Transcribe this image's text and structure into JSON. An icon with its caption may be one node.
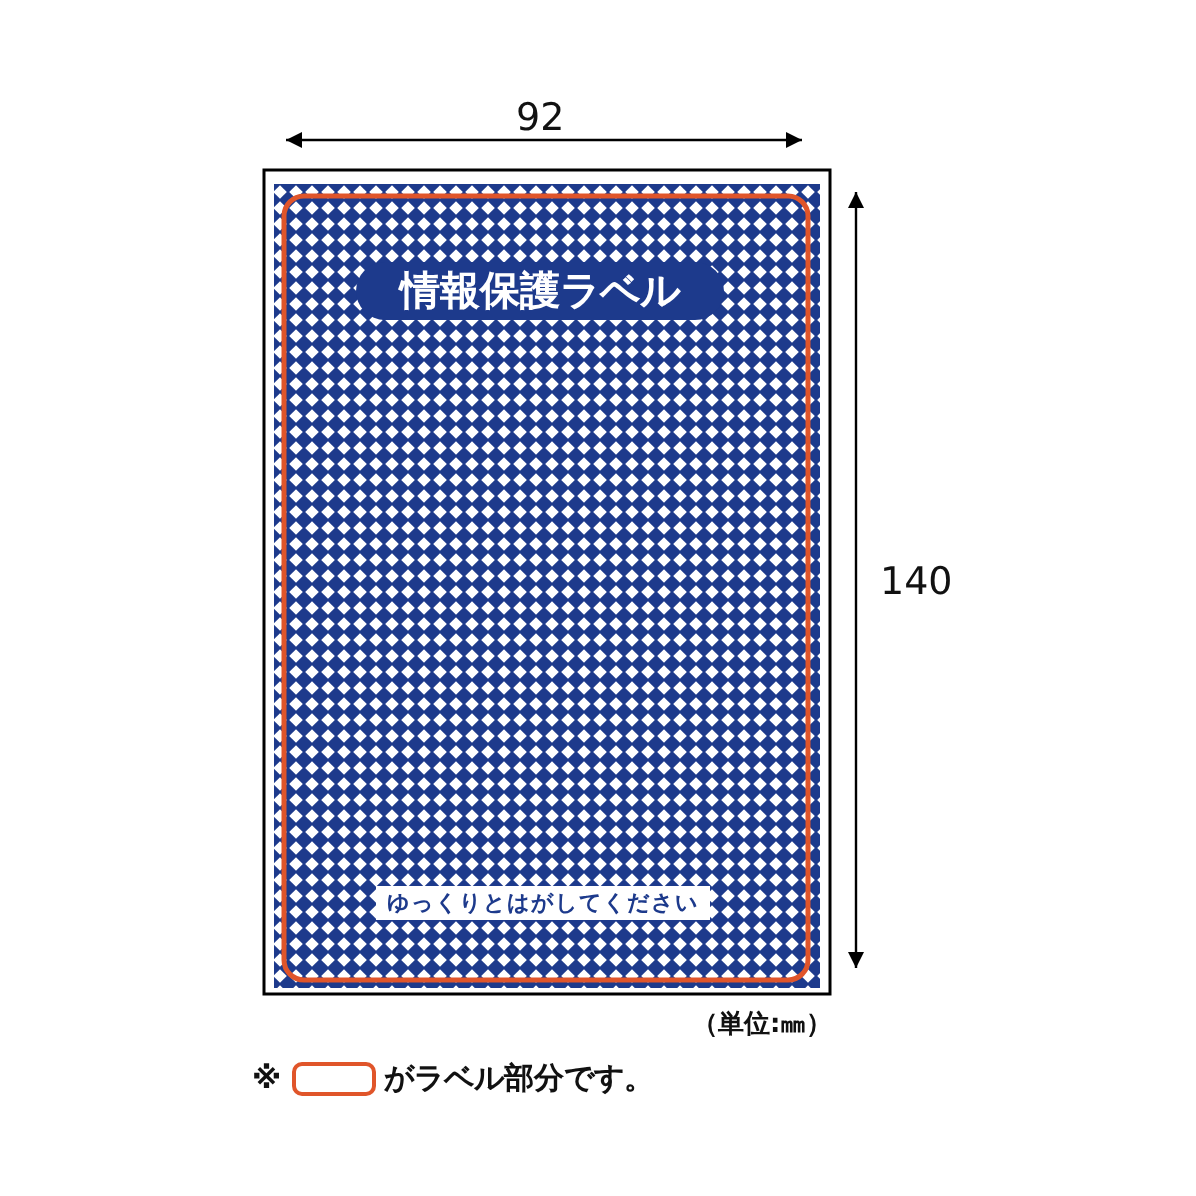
{
  "diagram": {
    "nodes": [
      {
        "text": [
          "情報保護ラベル"
        ]
      },
      {
        "text": [
          "ゆっくりとはがしてください"
        ]
      }
    ],
    "labels": [
      "92",
      "140",
      "（単位:㎜）",
      "※"
    ],
    "legend": [
      {
        "text": "がラベル部分です。"
      }
    ]
  }
}
